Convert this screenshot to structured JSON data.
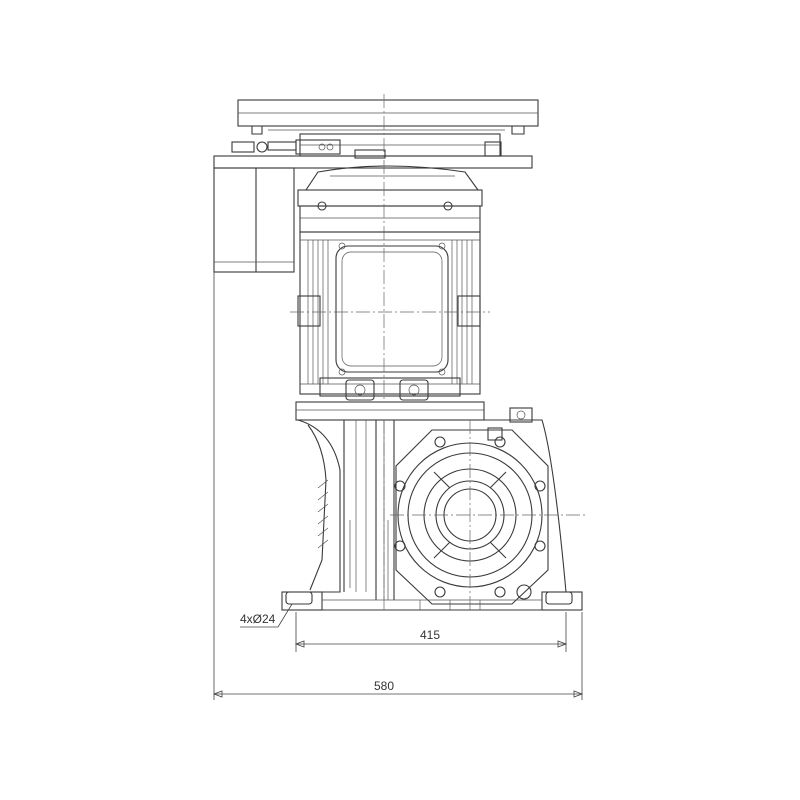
{
  "drawing": {
    "annotations": {
      "hole_spec": "4xØ24",
      "dim_base": "415",
      "dim_overall": "580"
    },
    "colors": {
      "line": "#3a3a3a",
      "background": "#ffffff"
    }
  }
}
